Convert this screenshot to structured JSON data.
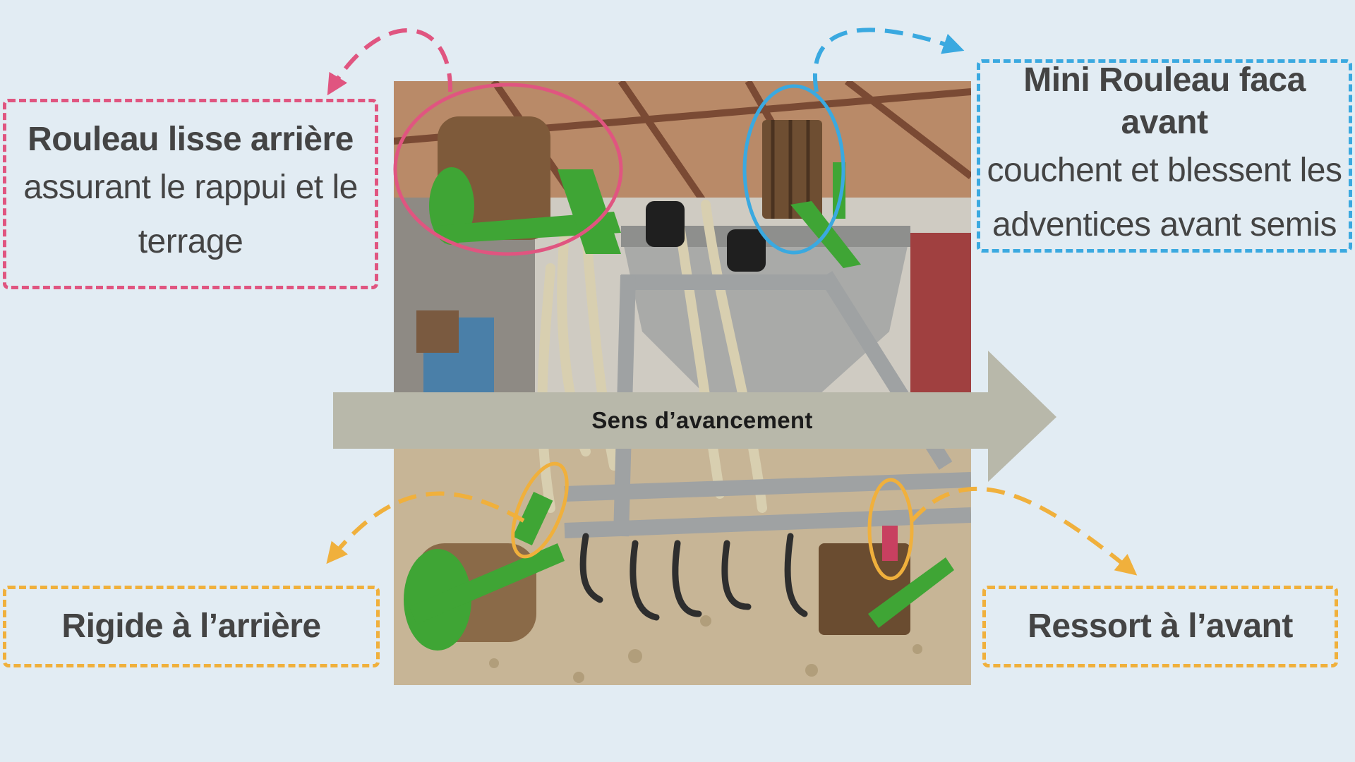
{
  "colors": {
    "background": "#e2ecf3",
    "pink": "#e05580",
    "blue": "#3aa9e0",
    "orange": "#f0b03c",
    "arrow": "#b8b8aa",
    "text": "#444444",
    "frame_green": "#3fa535"
  },
  "direction_arrow": {
    "label": "Sens d’avancement"
  },
  "callouts": {
    "rear_roller": {
      "title": "Rouleau lisse arrière",
      "body": "assurant le rappui et le terrage"
    },
    "front_roller": {
      "title": "Mini Rouleau faca avant",
      "body": "couchent et blessent les adventices avant semis"
    },
    "rigid_rear": {
      "title": "Rigide à l’arrière"
    },
    "spring_front": {
      "title": "Ressort à l’avant"
    }
  }
}
